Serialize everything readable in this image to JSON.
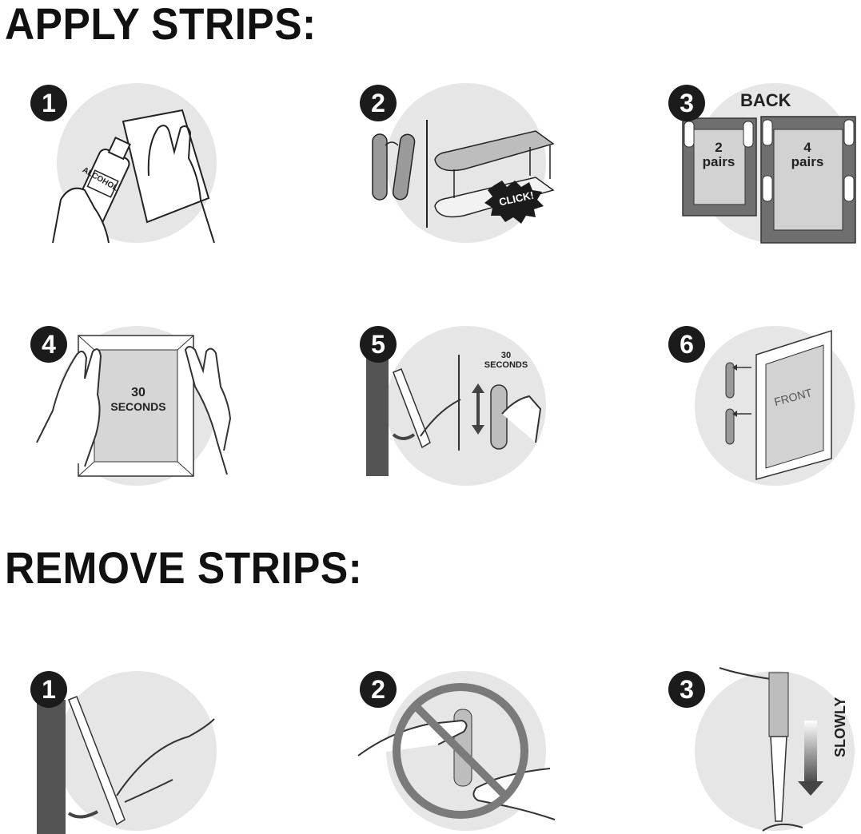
{
  "sections": {
    "apply": {
      "title": "APPLY STRIPS:",
      "steps": [
        {
          "number": "1",
          "bottle_label": "ALCOHOL"
        },
        {
          "number": "2",
          "burst_text": "CLICK!"
        },
        {
          "number": "3",
          "back_label": "BACK",
          "small_frame_text": "2\npairs",
          "large_frame_text": "4\npairs"
        },
        {
          "number": "4",
          "duration_line1": "30",
          "duration_line2": "SECONDS"
        },
        {
          "number": "5",
          "duration_line1": "30",
          "duration_line2": "SECONDS"
        },
        {
          "number": "6",
          "frame_label": "FRONT"
        }
      ]
    },
    "remove": {
      "title": "REMOVE STRIPS:",
      "steps": [
        {
          "number": "1"
        },
        {
          "number": "2"
        },
        {
          "number": "3",
          "direction_label": "SLOWLY"
        }
      ]
    }
  },
  "colors": {
    "circle": "#e6e6e6",
    "badge": "#1b1b1b",
    "wall": "#545454",
    "frame_fill": "#8f8f8f",
    "dark_text": "#111111"
  }
}
